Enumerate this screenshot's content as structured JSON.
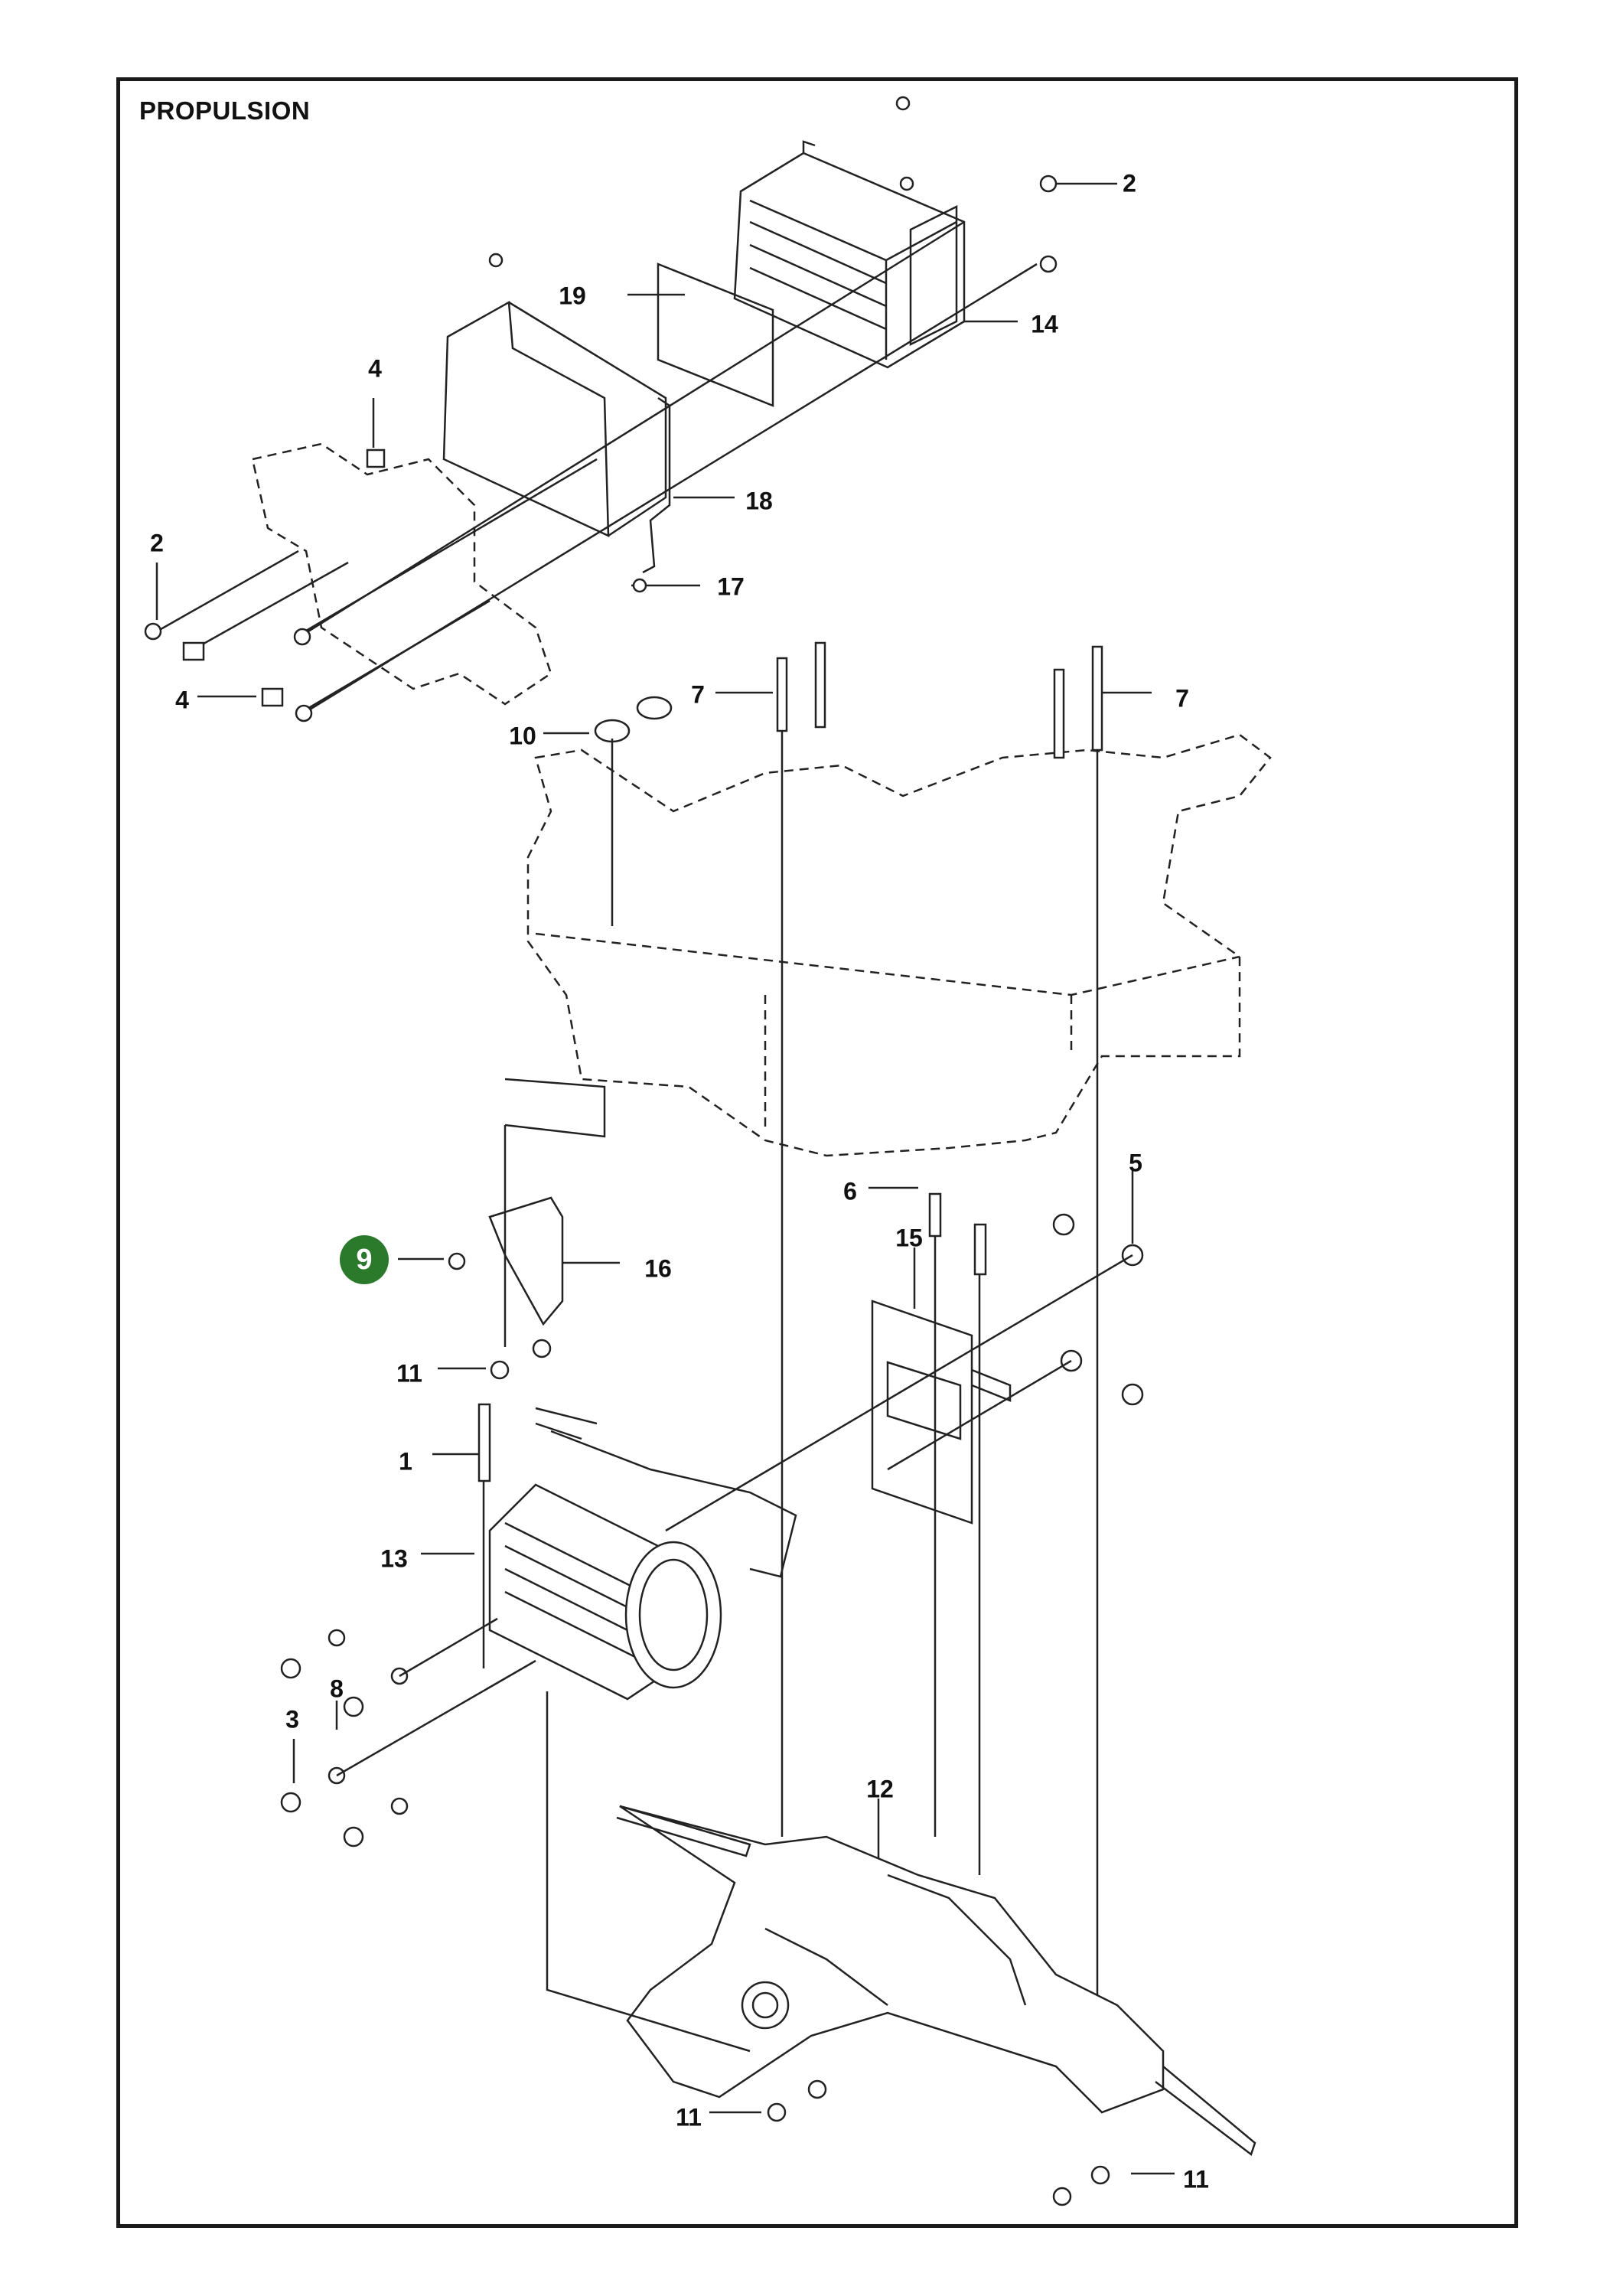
{
  "title": "PROPULSION",
  "highlight": {
    "label": "9",
    "color": "#2b7a2b"
  },
  "callouts": {
    "c1": "1",
    "c2a": "2",
    "c2b": "2",
    "c3": "3",
    "c4a": "4",
    "c4b": "4",
    "c5": "5",
    "c6": "6",
    "c7a": "7",
    "c7b": "7",
    "c8": "8",
    "c10": "10",
    "c11a": "11",
    "c11b": "11",
    "c11c": "11",
    "c12": "12",
    "c13": "13",
    "c14": "14",
    "c15": "15",
    "c16": "16",
    "c17": "17",
    "c18": "18",
    "c19": "19"
  }
}
